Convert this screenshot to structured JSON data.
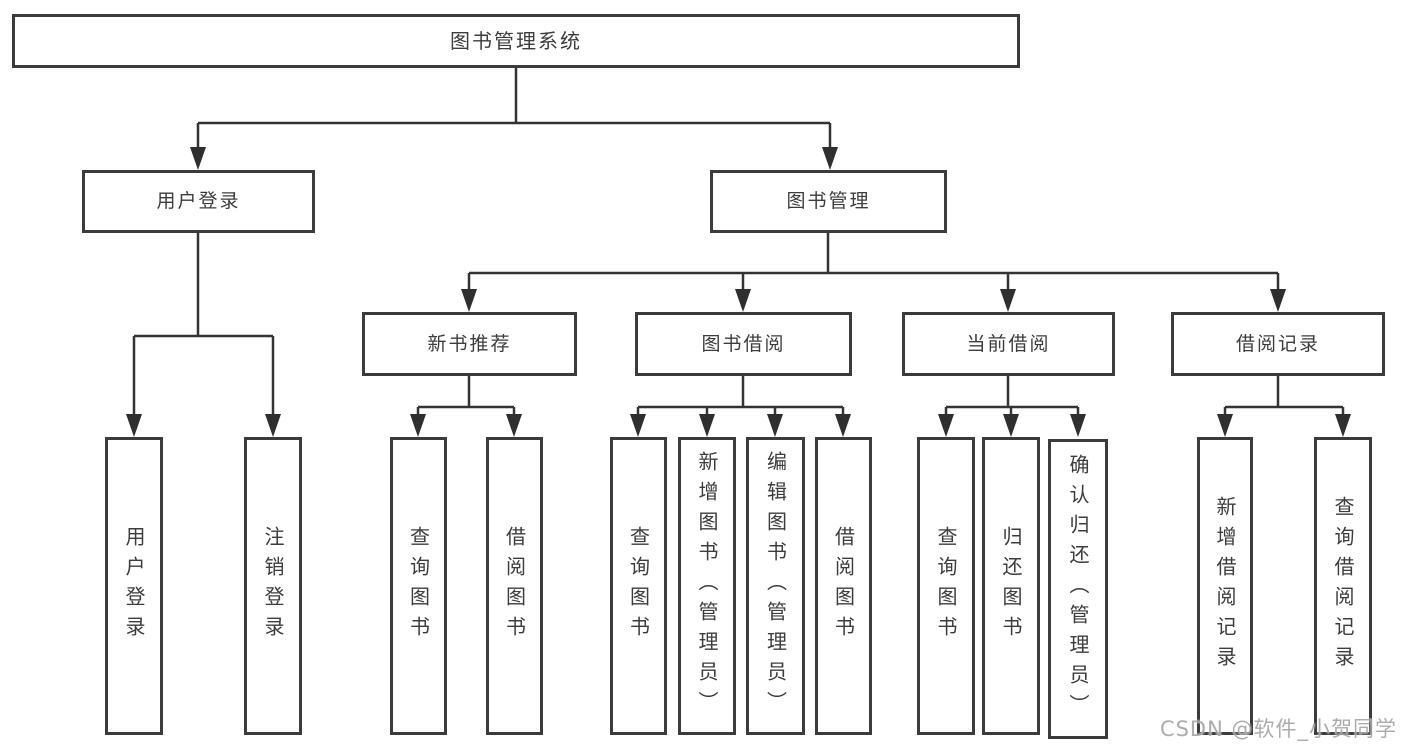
{
  "diagram": {
    "type": "function-structure-tree",
    "root": {
      "label": "图书管理系统"
    },
    "branches": [
      {
        "label": "用户登录",
        "children": [
          {
            "label": "用户登录"
          },
          {
            "label": "注销登录"
          }
        ]
      },
      {
        "label": "图书管理",
        "children": [
          {
            "label": "新书推荐",
            "children": [
              {
                "label": "查询图书"
              },
              {
                "label": "借阅图书"
              }
            ]
          },
          {
            "label": "图书借阅",
            "children": [
              {
                "label": "查询图书"
              },
              {
                "label": "新增图书（管理员）"
              },
              {
                "label": "编辑图书（管理员）"
              },
              {
                "label": "借阅图书"
              }
            ]
          },
          {
            "label": "当前借阅",
            "children": [
              {
                "label": "查询图书"
              },
              {
                "label": "归还图书"
              },
              {
                "label": "确认归还（管理员）"
              }
            ]
          },
          {
            "label": "借阅记录",
            "children": [
              {
                "label": "新增借阅记录"
              },
              {
                "label": "查询借阅记录"
              }
            ]
          }
        ]
      }
    ]
  },
  "watermark": {
    "text": "CSDN @软件_小贺同学"
  },
  "colors": {
    "line": "#333333",
    "box_border": "#3b3b3b",
    "text": "#3c3c3c",
    "background": "#ffffff",
    "watermark_text": "#9e9e9e"
  }
}
